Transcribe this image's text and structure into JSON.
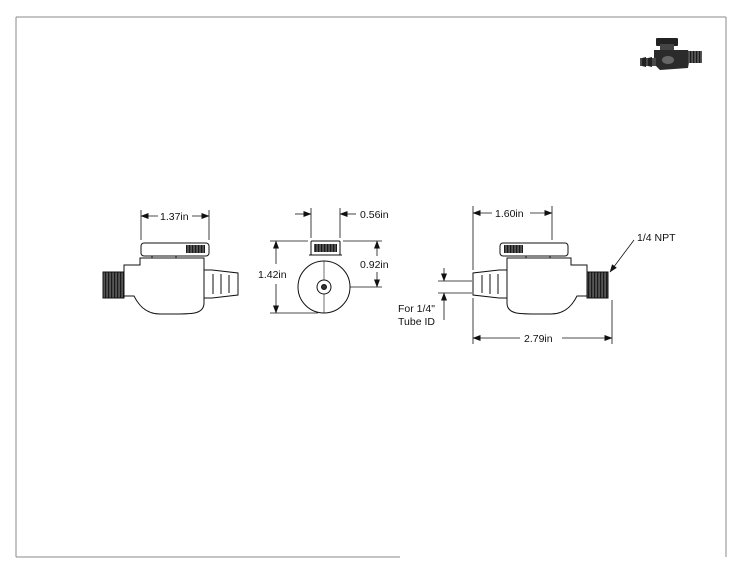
{
  "drawing": {
    "left_view": {
      "width_dim": "1.37in"
    },
    "end_view": {
      "top_dim": "0.56in",
      "height_dim": "1.42in",
      "inner_dim": "0.92in"
    },
    "right_view": {
      "top_dim": "1.60in",
      "overall_dim": "2.79in",
      "thread_label": "1/4 NPT",
      "tube_note_line1": "For 1/4\"",
      "tube_note_line2": "Tube ID"
    }
  }
}
